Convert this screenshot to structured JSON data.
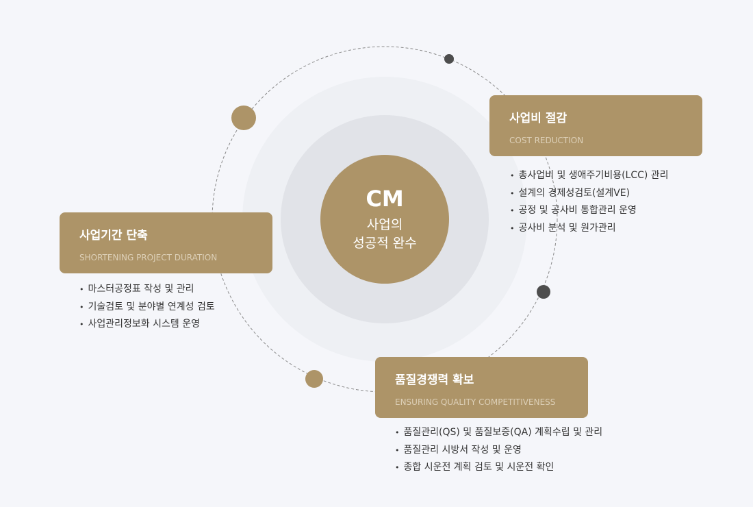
{
  "center": {
    "title": "CM",
    "subtitle_line1": "사업의",
    "subtitle_line2": "성공적 완수"
  },
  "cards": [
    {
      "title": "사업비 절감",
      "english": "COST REDUCTION",
      "items": [
        "총사업비 및 생애주기비용(LCC) 관리",
        "설계의 경제성검토(설계VE)",
        "공정 및 공사비 통합관리 운영",
        "공사비 분석 및 원가관리"
      ]
    },
    {
      "title": "사업기간 단축",
      "english": "SHORTENING PROJECT DURATION",
      "items": [
        "마스터공정표 작성 및 관리",
        "기술검토 및 분야별 연계성 검토",
        "사업관리정보화 시스템 운영"
      ]
    },
    {
      "title": "품질경쟁력 확보",
      "english": "ENSURING QUALITY COMPETITIVENESS",
      "items": [
        "품질관리(QS) 및 품질보증(QA) 계획수립 및 관리",
        "품질관리 시방서 작성 및 운영",
        "종합 시운전 계획 검토 및 시운전 확인"
      ]
    }
  ],
  "colors": {
    "accent": "#ad9468",
    "background": "#f5f6fa",
    "dot_dark": "#4d4d4d"
  }
}
